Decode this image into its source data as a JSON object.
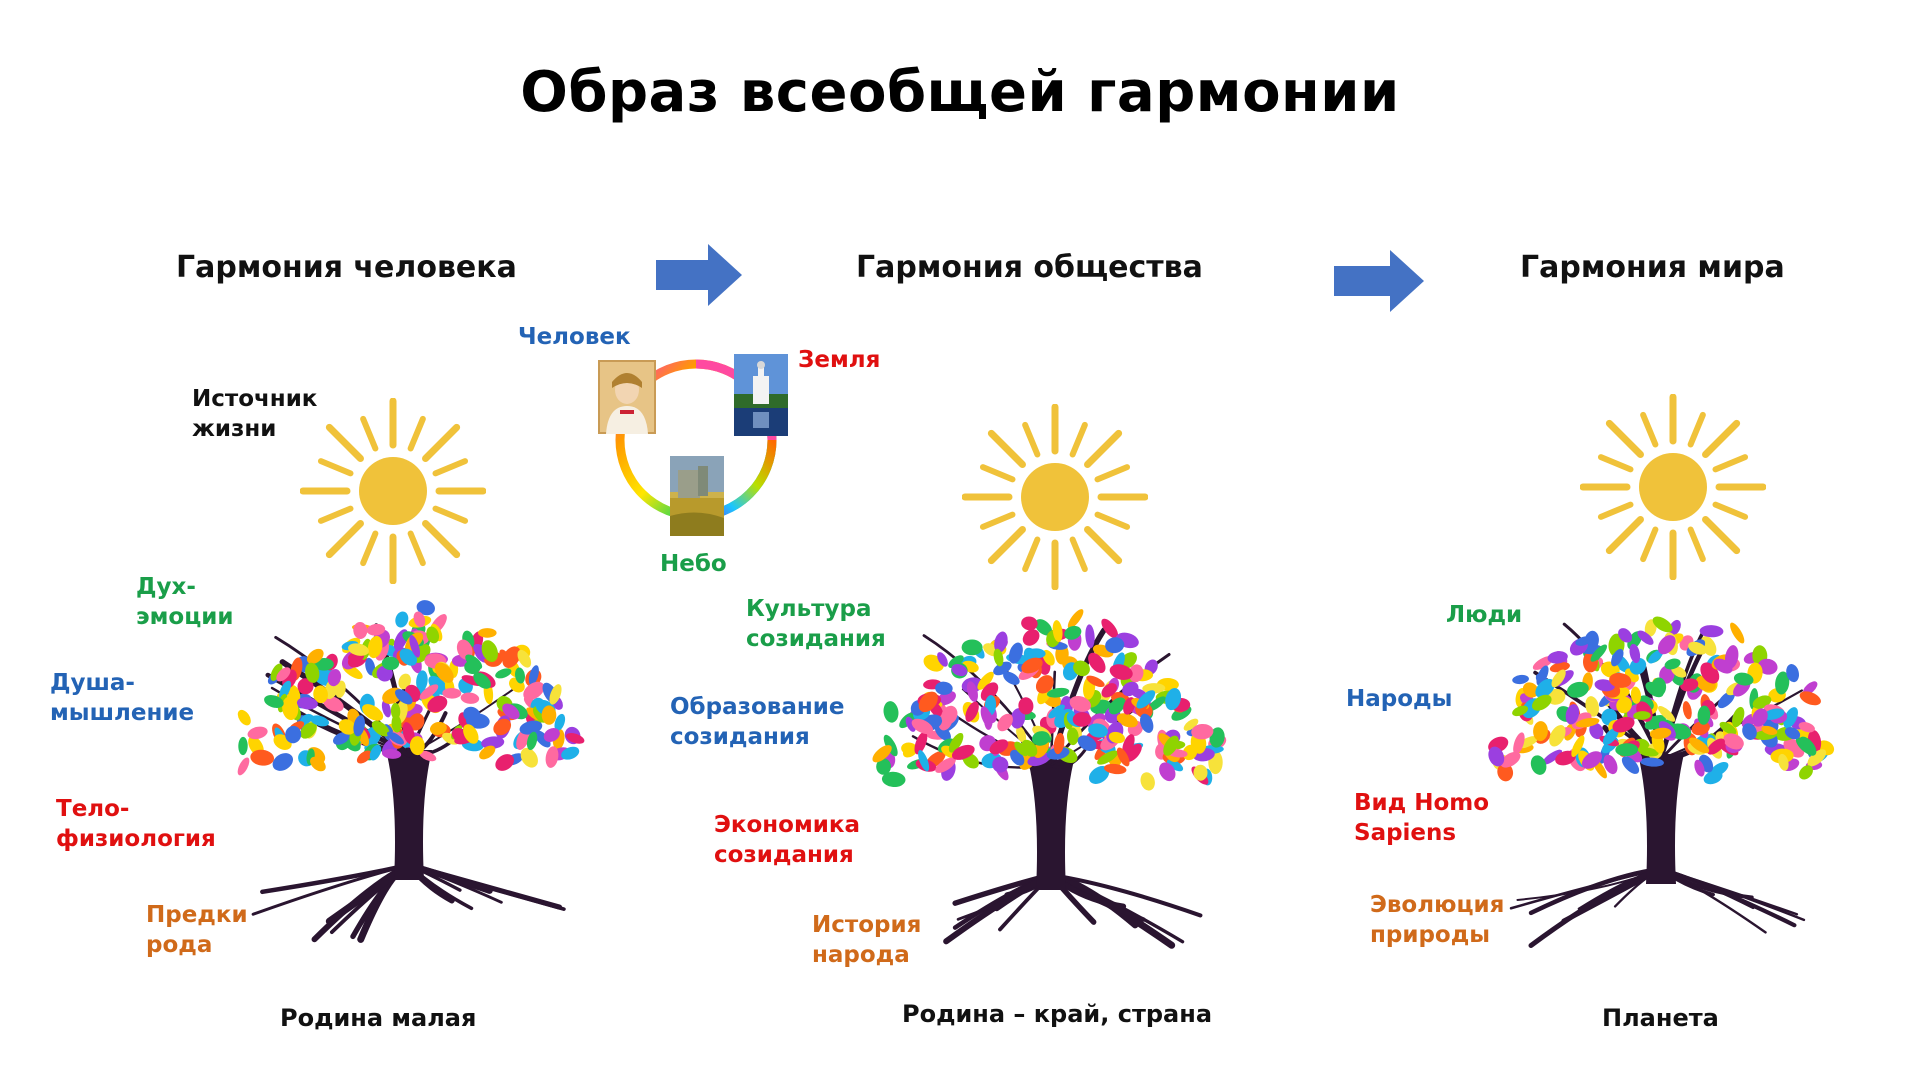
{
  "title": "Образ всеобщей гармонии",
  "panels": [
    {
      "heading": "Гармония человека",
      "sun_label": "Источник жизни",
      "labels": [
        "Дух-эмоции",
        "Душа-мышление",
        "Тело-физиология",
        "Предки рода"
      ],
      "base": "Родина малая"
    },
    {
      "heading": "Гармония общества",
      "labels": [
        "Культура созидания",
        "Образование созидания",
        "Экономика созидания",
        "История народа"
      ],
      "base": "Родина – край, страна"
    },
    {
      "heading": "Гармония мира",
      "labels": [
        "Люди",
        "Народы",
        "Вид Homo Sapiens",
        "Эволюция природы"
      ],
      "base": "Планета"
    }
  ],
  "cycle": {
    "top_left": "Человек",
    "top_right": "Земля",
    "bottom": "Небо"
  },
  "colors": {
    "arrow": "#4472c4",
    "sun": "#f0c23a",
    "trunk": "#2a1530",
    "green": "#1a9e49",
    "blue": "#2363b5",
    "red": "#e01010",
    "orange": "#d06a1a"
  },
  "icons": [
    "arrow-right-icon",
    "sun-icon",
    "tree-icon",
    "color-ring-icon",
    "portrait-photo-icon",
    "church-photo-icon",
    "field-photo-icon"
  ]
}
